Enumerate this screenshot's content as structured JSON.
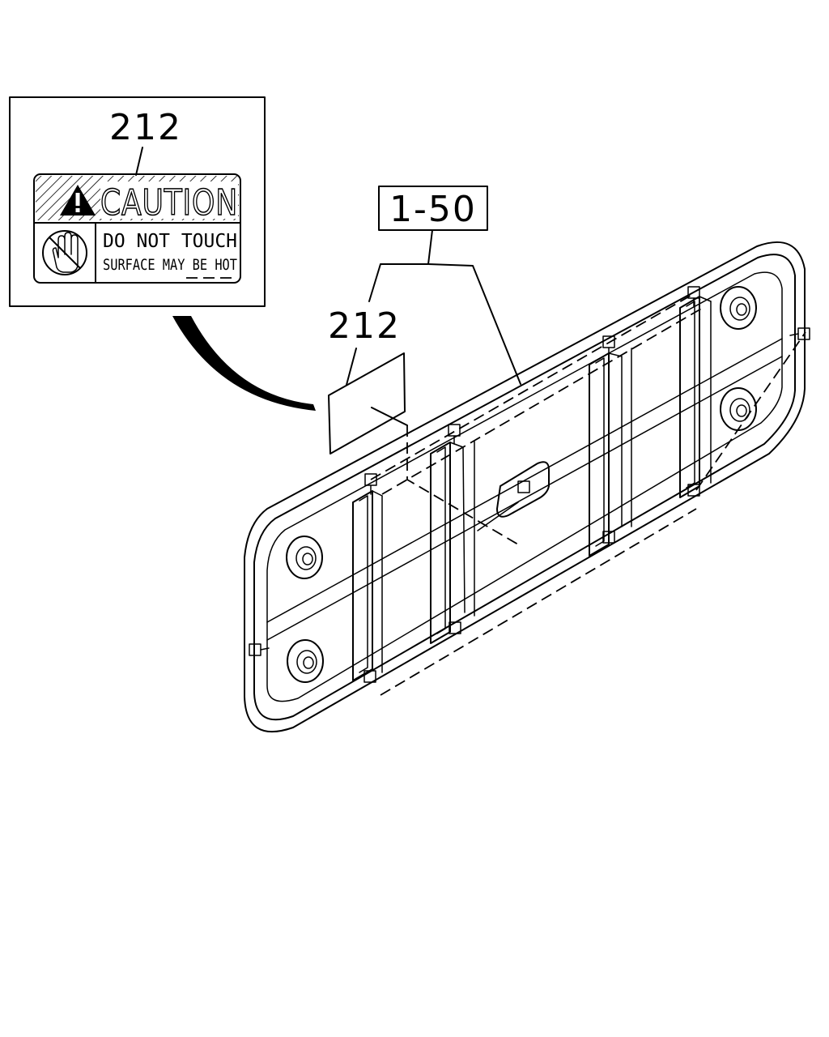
{
  "callouts": {
    "detail_part": "212",
    "part": "212",
    "assembly_ref": "1-50"
  },
  "caution_label": {
    "header": "CAUTION",
    "line1": "DO NOT TOUCH",
    "line2": "SURFACE MAY BE HOT",
    "icons": [
      "warning-triangle-icon",
      "no-touch-hand-icon"
    ]
  },
  "colors": {
    "ink": "#000000",
    "paper": "#ffffff"
  }
}
